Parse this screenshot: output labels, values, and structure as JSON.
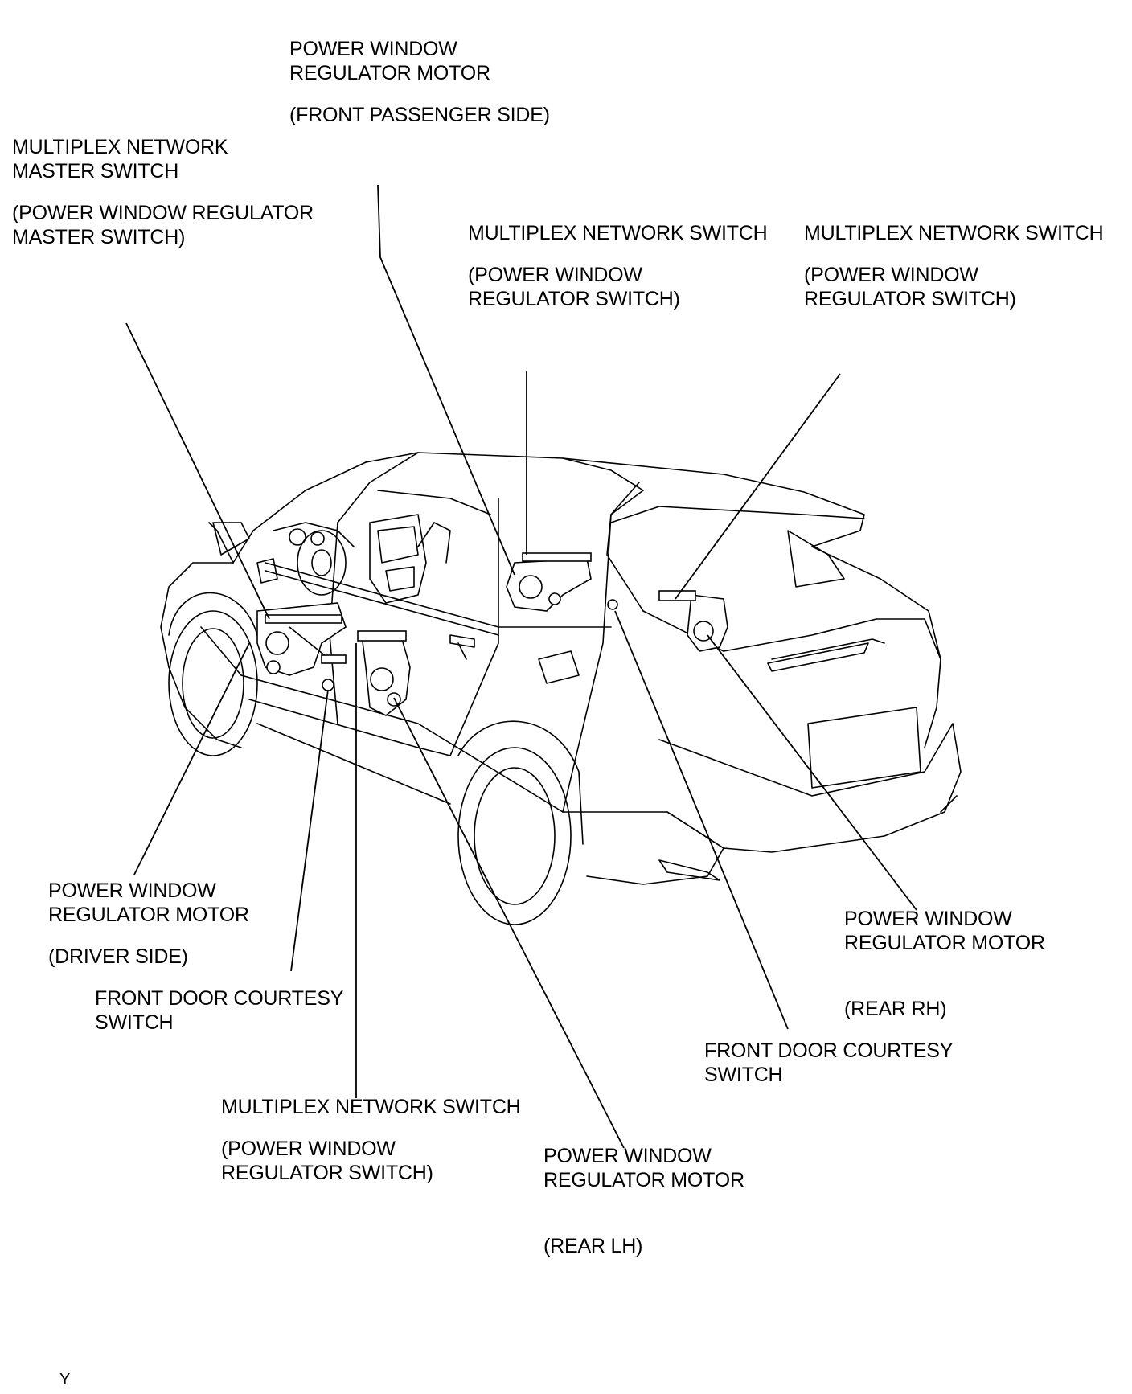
{
  "labels": {
    "pwm_front_passenger": {
      "l1": "POWER WINDOW",
      "l2": "REGULATOR MOTOR",
      "l3": "(FRONT PASSENGER SIDE)"
    },
    "master_switch": {
      "l1": "MULTIPLEX NETWORK",
      "l2": "MASTER SWITCH",
      "l3": "(POWER WINDOW REGULATOR",
      "l4": "MASTER SWITCH)"
    },
    "switch_front_passenger": {
      "l1": "MULTIPLEX NETWORK SWITCH",
      "l2": "(POWER WINDOW",
      "l3": "REGULATOR SWITCH)"
    },
    "switch_rear_rh": {
      "l1": "MULTIPLEX NETWORK SWITCH",
      "l2": "(POWER WINDOW",
      "l3": "REGULATOR SWITCH)"
    },
    "pwm_driver": {
      "l1": "POWER WINDOW",
      "l2": "REGULATOR MOTOR",
      "l3": "(DRIVER SIDE)"
    },
    "courtesy_left": {
      "l1": "FRONT DOOR COURTESY",
      "l2": "SWITCH"
    },
    "switch_rear_lh": {
      "l1": "MULTIPLEX NETWORK SWITCH",
      "l2": "(POWER WINDOW",
      "l3": "REGULATOR SWITCH)"
    },
    "pwm_rear_lh": {
      "l1": "POWER WINDOW",
      "l2": "REGULATOR MOTOR",
      "l3": "(REAR LH)"
    },
    "pwm_rear_rh": {
      "l1": "POWER WINDOW",
      "l2": "REGULATOR MOTOR",
      "l3": "(REAR RH)"
    },
    "courtesy_right": {
      "l1": "FRONT DOOR COURTESY",
      "l2": "SWITCH"
    }
  },
  "figure_code": "Y"
}
